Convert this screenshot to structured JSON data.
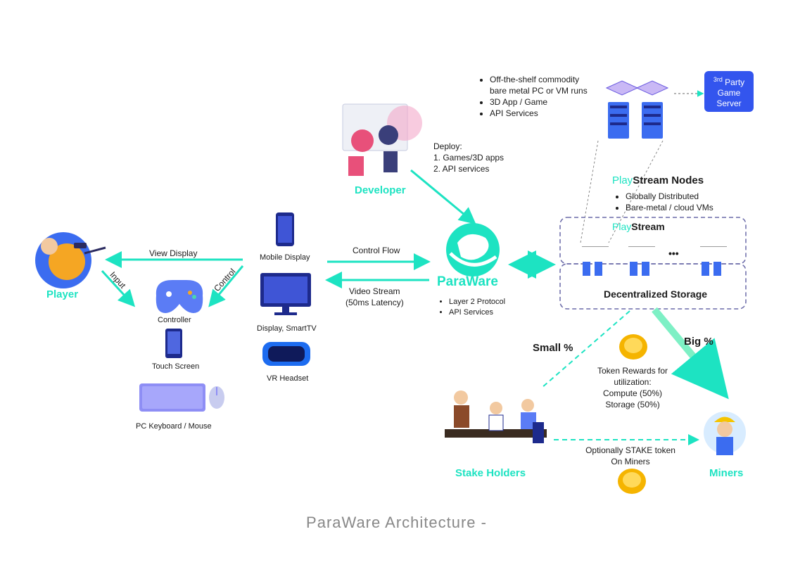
{
  "player": {
    "label": "Player"
  },
  "arrows": {
    "view_display": "View Display",
    "input": "Input",
    "control": "Control",
    "control_flow": "Control Flow",
    "video_stream": "Video Stream",
    "latency": "(50ms Latency)"
  },
  "devices": {
    "controller": "Controller",
    "touch_screen": "Touch Screen",
    "keyboard": "PC Keyboard / Mouse",
    "mobile": "Mobile Display",
    "display": "Display, SmartTV",
    "vr": "VR Headset"
  },
  "developer": {
    "label": "Developer",
    "deploy_title": "Deploy:",
    "deploy_items": [
      "1.  Games/3D apps",
      "2.  API services"
    ]
  },
  "paraware": {
    "name": "ParaWare",
    "bullets": [
      "Layer 2 Protocol",
      "API Services"
    ]
  },
  "nodes": {
    "infra_bullets": [
      "Off-the-shelf commodity",
      "bare metal PC or VM runs",
      "3D App / Game",
      "API Services"
    ],
    "third_party": {
      "sup": "3rd",
      "line1": "Party",
      "line2": "Game",
      "line3": "Server"
    },
    "title_play": "Play",
    "title_rest": "Stream Nodes",
    "bullets": [
      "Globally Distributed",
      "Bare-metal / cloud VMs"
    ],
    "stream_play": "Play",
    "stream_rest": "Stream",
    "ellipsis": "•••",
    "storage": "Decentralized Storage"
  },
  "rewards": {
    "small": "Small %",
    "big": "Big %",
    "token_lines": [
      "Token Rewards for",
      "utilization:",
      "Compute (50%)",
      "Storage (50%)"
    ],
    "stake_lines": [
      "Optionally STAKE token",
      "On Miners"
    ]
  },
  "stake_holders": {
    "label": "Stake Holders"
  },
  "miners": {
    "label": "Miners"
  },
  "caption": "ParaWare Architecture -",
  "colors": {
    "teal": "#1de3c2",
    "blue": "#3355ee",
    "dashed_purple": "#6a6aa8"
  }
}
